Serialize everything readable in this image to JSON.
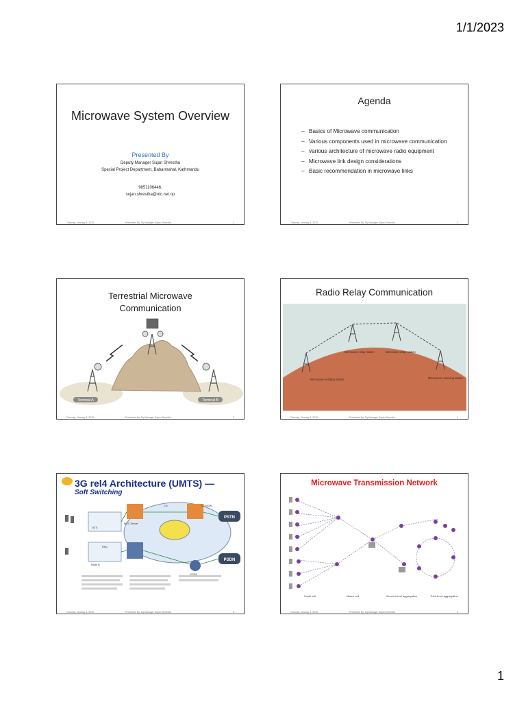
{
  "header": {
    "date": "1/1/2023"
  },
  "page_number": "1",
  "footer": {
    "date": "Tuesday, January 3, 2023",
    "presenter": "Presented By: Dy.Manager Sujan Shrestha"
  },
  "slides": [
    {
      "title": "Microwave System Overview",
      "presented_by": "Presented By",
      "line1": "Deputy Manager Sujan Shrestha",
      "line2": "Special Project Department, Babarmahal, Kathmandu",
      "phone": "9851106446,",
      "email": "sujan.shrestha@ntc.net.np",
      "num": "1"
    },
    {
      "title": "Agenda",
      "items": [
        "Basics of Microwave communication",
        "Various components used in microwave communication",
        "various architecture of microwave radio equipment",
        "Microwave link design considerations",
        "Basic recommendation in microwave links"
      ],
      "num": "2"
    },
    {
      "title_line1": "Terrestrial Microwave",
      "title_line2": "Communication",
      "terminal_a": "Terminal A",
      "terminal_b": "Terminal B",
      "num": "3"
    },
    {
      "title": "Radio Relay Communication",
      "labels": [
        "Microwave sending station",
        "Microwave relay station",
        "Microwave relay station",
        "Microwave receiving station"
      ],
      "num": "4"
    },
    {
      "title": "3G rel4 Architecture (UMTS) —",
      "subtitle": "Soft Switching",
      "labels": {
        "pstn": "PSTN",
        "psdn": "PSDN",
        "bts": "BTS",
        "rnc": "RNC",
        "msc": "MSC Server",
        "cn": "CN",
        "mgw": "CS-MGW",
        "node_b": "Node B",
        "ggsn": "GGSN"
      },
      "num": "5"
    },
    {
      "title": "Microwave Transmission Network",
      "tiers": [
        "Small cell",
        "Macro cell",
        "Second level aggregation",
        "Third level aggregation"
      ],
      "num": "6"
    }
  ],
  "colors": {
    "frame": "#444444",
    "accent_blue": "#2f6fbf",
    "accent_red": "#e0201f",
    "umts_blue": "#1a2c8c",
    "earth": "#c8704e",
    "sky": "#d8e4e2",
    "node_purple": "#7a3fa0"
  }
}
